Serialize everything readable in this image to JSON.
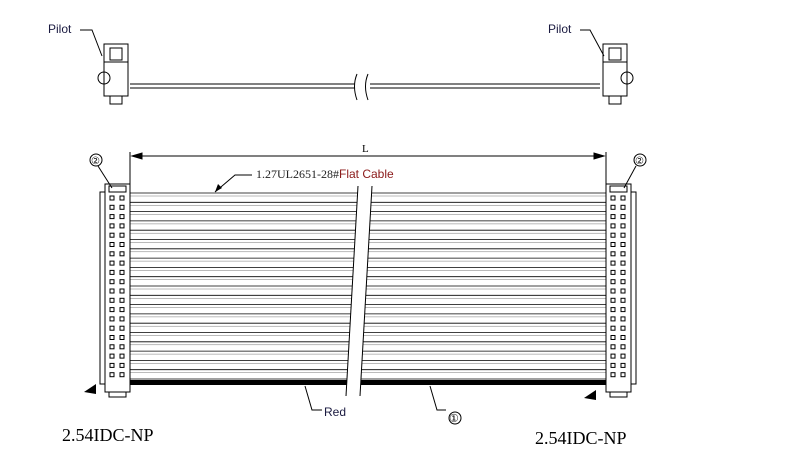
{
  "labels": {
    "pilot_left": "Pilot",
    "pilot_right": "Pilot",
    "length": "L",
    "cable_spec": "1.27UL2651-28#",
    "cable_name": "Flat Cable",
    "red": "Red",
    "callout_1": "①",
    "callout_2_left": "②",
    "callout_2_right": "②",
    "connector_left": "2.54IDC-NP",
    "connector_right": "2.54IDC-NP"
  },
  "colors": {
    "line": "#000000",
    "cable_name": "#8b1a1a",
    "red_wire": "#000000"
  }
}
